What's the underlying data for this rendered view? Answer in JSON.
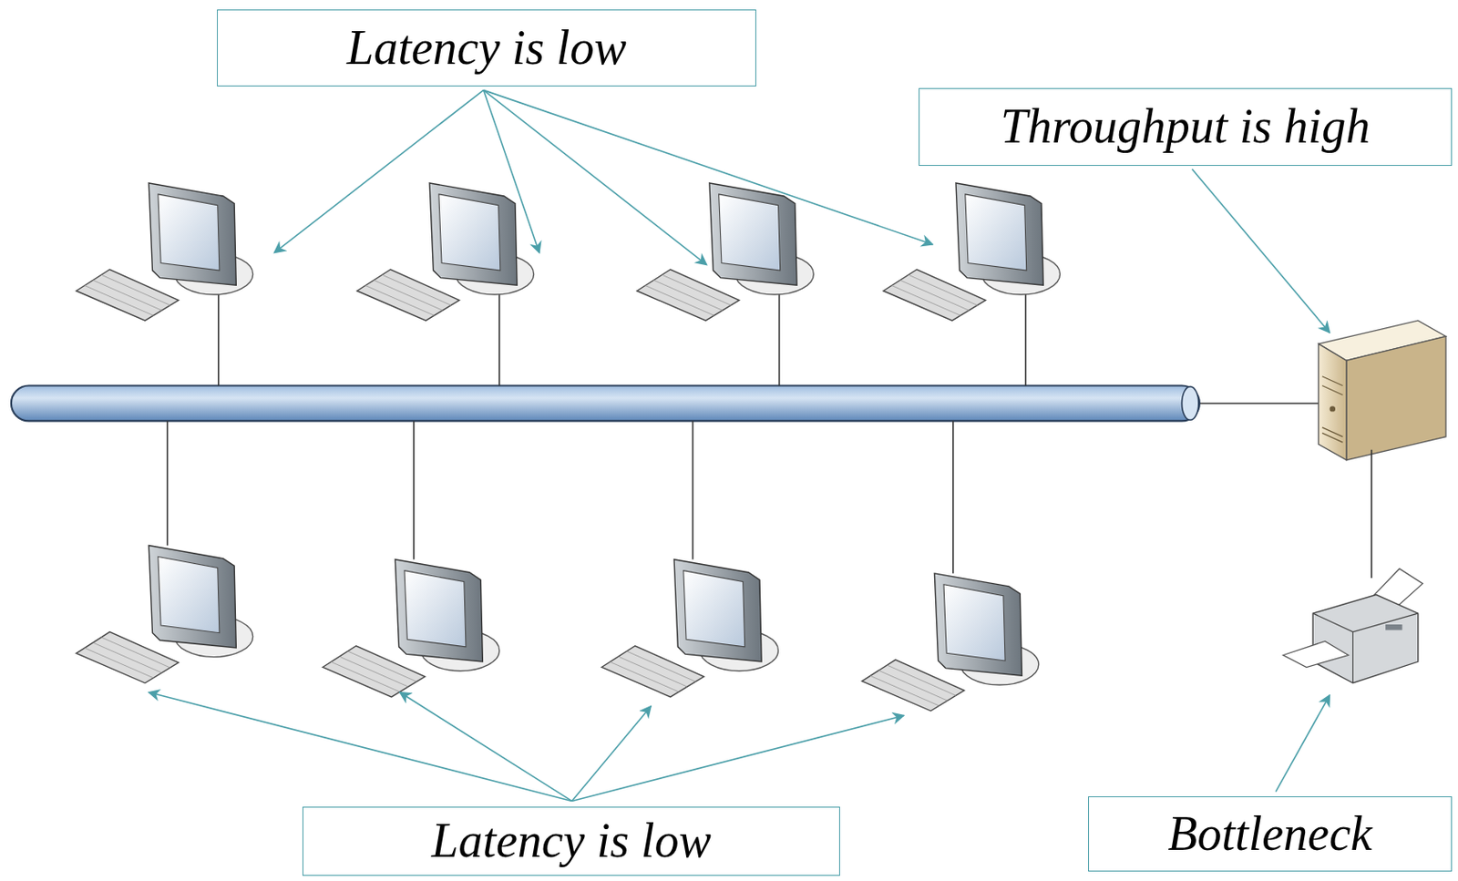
{
  "diagram": {
    "nodes": [
      {
        "text": [
          "Latency is low"
        ]
      },
      {
        "text": [
          "Throughput is high"
        ]
      },
      {
        "text": [
          "Latency is low"
        ]
      },
      {
        "text": [
          "Bottleneck"
        ]
      }
    ]
  }
}
